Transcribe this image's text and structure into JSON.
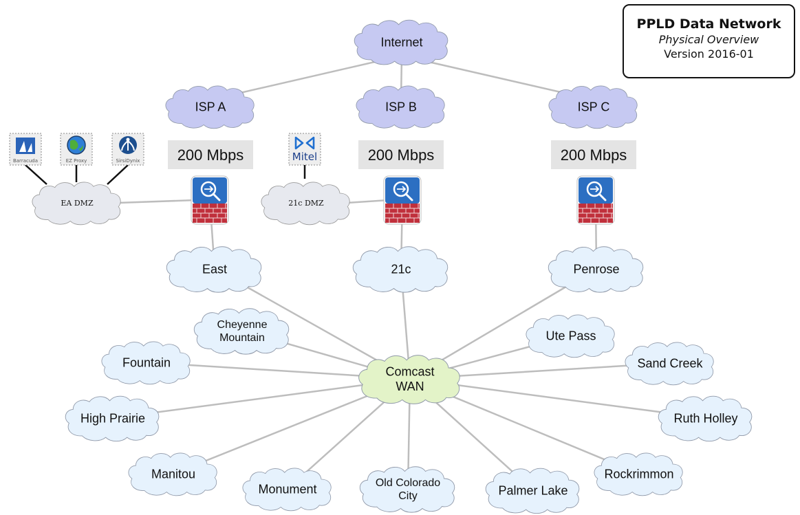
{
  "title_box": {
    "title": "PPLD Data Network",
    "subtitle": "Physical Overview",
    "version": "Version 2016-01"
  },
  "colors": {
    "internet_cloud": "#c6c9f2",
    "site_cloud": "#e6f2fd",
    "wan_cloud": "#e3f3c8",
    "dmz_cloud": "#e7e9ef",
    "bandwidth_box": "#e4e4e4",
    "link_line": "#bdbdbd",
    "firewall_blue": "#2c6fc2",
    "firewall_red": "#c0303c"
  },
  "internet": {
    "label": "Internet"
  },
  "isps": [
    {
      "label": "ISP A",
      "bandwidth": "200 Mbps"
    },
    {
      "label": "ISP B",
      "bandwidth": "200 Mbps"
    },
    {
      "label": "ISP C",
      "bandwidth": "200 Mbps"
    }
  ],
  "dmzs": [
    {
      "label": "EA DMZ",
      "servers": [
        {
          "label": "Barracuda",
          "icon": "barracuda-logo-icon"
        },
        {
          "label": "EZ Proxy",
          "icon": "globe-icon"
        },
        {
          "label": "SirsiDynix",
          "icon": "sirsidynix-logo-icon"
        }
      ]
    },
    {
      "label": "21c DMZ",
      "servers": [
        {
          "label": "Mitel",
          "icon": "mitel-logo-icon"
        }
      ]
    }
  ],
  "core_sites": [
    {
      "label": "East"
    },
    {
      "label": "21c"
    },
    {
      "label": "Penrose"
    }
  ],
  "wan": {
    "label": "Comcast WAN",
    "lines": [
      "Comcast",
      "WAN"
    ]
  },
  "branches": [
    {
      "label": "Cheyenne Mountain",
      "lines": [
        "Cheyenne",
        "Mountain"
      ]
    },
    {
      "label": "Fountain",
      "lines": [
        "Fountain"
      ]
    },
    {
      "label": "High Prairie",
      "lines": [
        "High Prairie"
      ]
    },
    {
      "label": "Manitou",
      "lines": [
        "Manitou"
      ]
    },
    {
      "label": "Monument",
      "lines": [
        "Monument"
      ]
    },
    {
      "label": "Old Colorado City",
      "lines": [
        "Old Colorado",
        "City"
      ]
    },
    {
      "label": "Palmer Lake",
      "lines": [
        "Palmer Lake"
      ]
    },
    {
      "label": "Rockrimmon",
      "lines": [
        "Rockrimmon"
      ]
    },
    {
      "label": "Ruth Holley",
      "lines": [
        "Ruth Holley"
      ]
    },
    {
      "label": "Sand Creek",
      "lines": [
        "Sand Creek"
      ]
    },
    {
      "label": "Ute Pass",
      "lines": [
        "Ute Pass"
      ]
    }
  ]
}
